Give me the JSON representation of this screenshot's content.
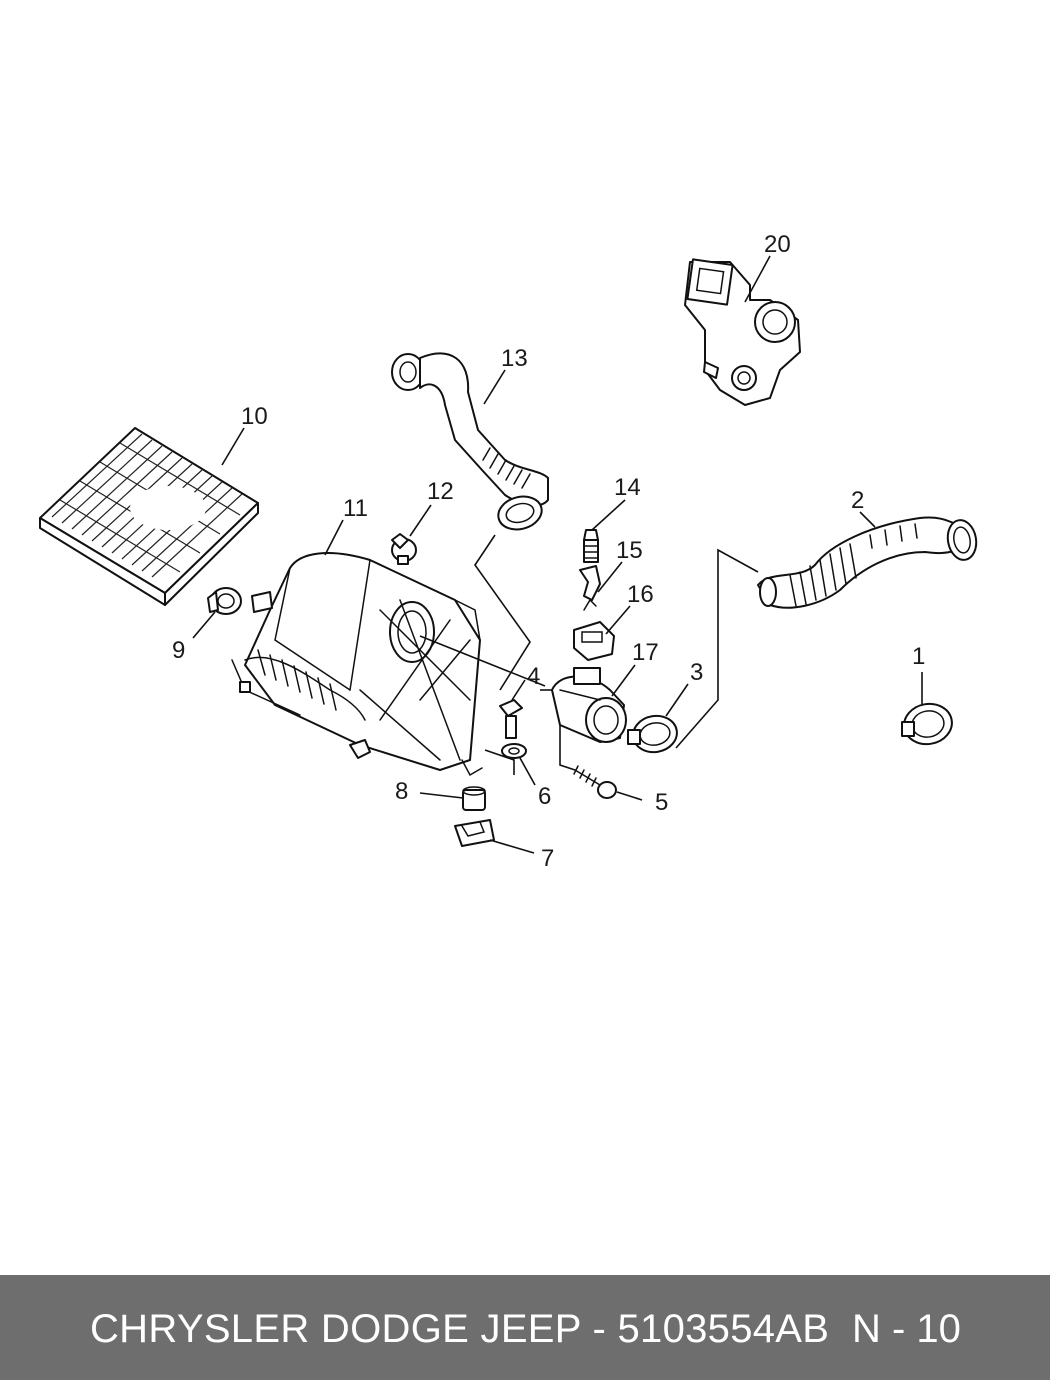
{
  "diagram": {
    "callouts": [
      "1",
      "2",
      "3",
      "4",
      "5",
      "6",
      "7",
      "8",
      "9",
      "10",
      "11",
      "12",
      "13",
      "14",
      "15",
      "16",
      "17",
      "20"
    ]
  },
  "footer": {
    "title": "CHRYSLER DODGE JEEP - 5103554AB",
    "page": "N - 10"
  }
}
